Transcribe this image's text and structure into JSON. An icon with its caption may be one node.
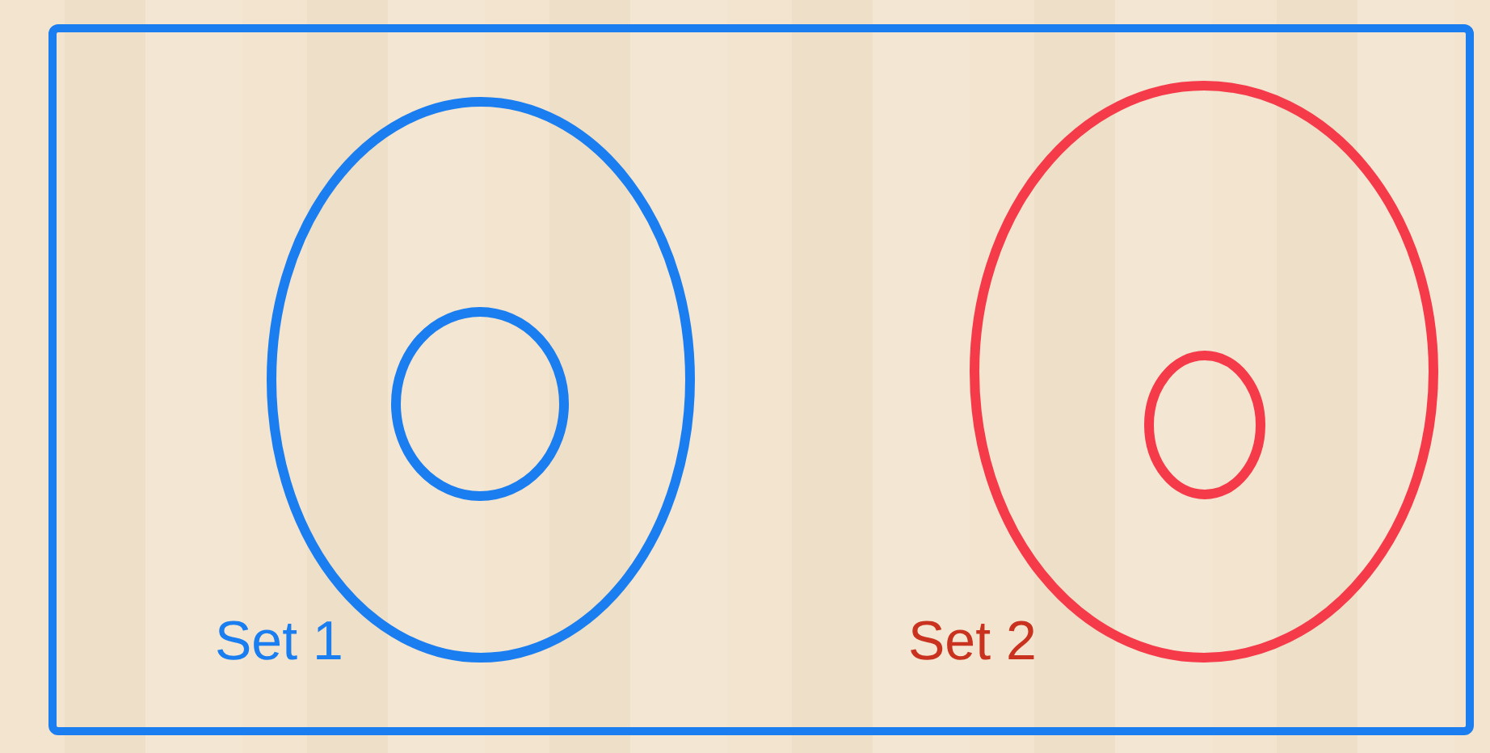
{
  "diagram": {
    "nodes": [
      {
        "text": [],
        "shape": "box"
      },
      {
        "text": [
          "Set 1"
        ],
        "in": 0
      },
      {
        "text": [],
        "shape": "circle",
        "in": 1
      },
      {
        "text": [
          "Set 2"
        ],
        "in": 0
      },
      {
        "text": [],
        "shape": "circle",
        "in": 3
      }
    ]
  }
}
